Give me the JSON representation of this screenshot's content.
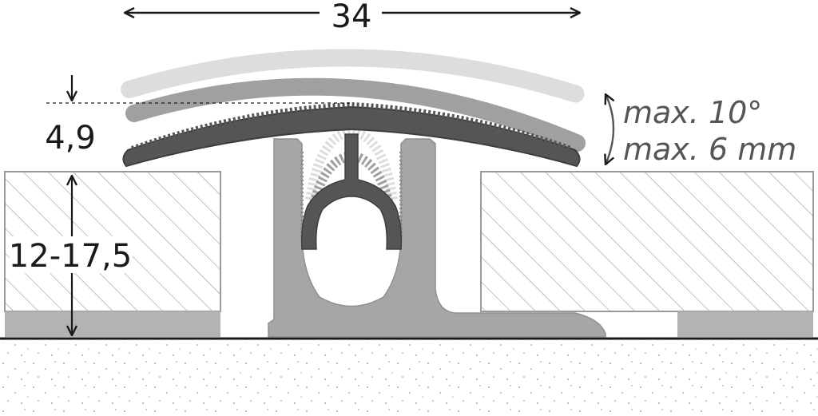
{
  "dimensions": {
    "width_label": "34",
    "height_above_label": "4,9",
    "floor_height_label": "12-17,5",
    "angle_label": "max. 10°",
    "offset_label": "max. 6 mm"
  },
  "colors": {
    "profile_cap": "#555558",
    "profile_base": "#a6a6a8",
    "profile_ghost_light": "#dddddf",
    "profile_ghost_mid": "#a0a0a2",
    "underlay": "#b3b3b5",
    "hatch": "#9a9a9a",
    "line": "#1a1a1a",
    "annotation": "#555555"
  }
}
